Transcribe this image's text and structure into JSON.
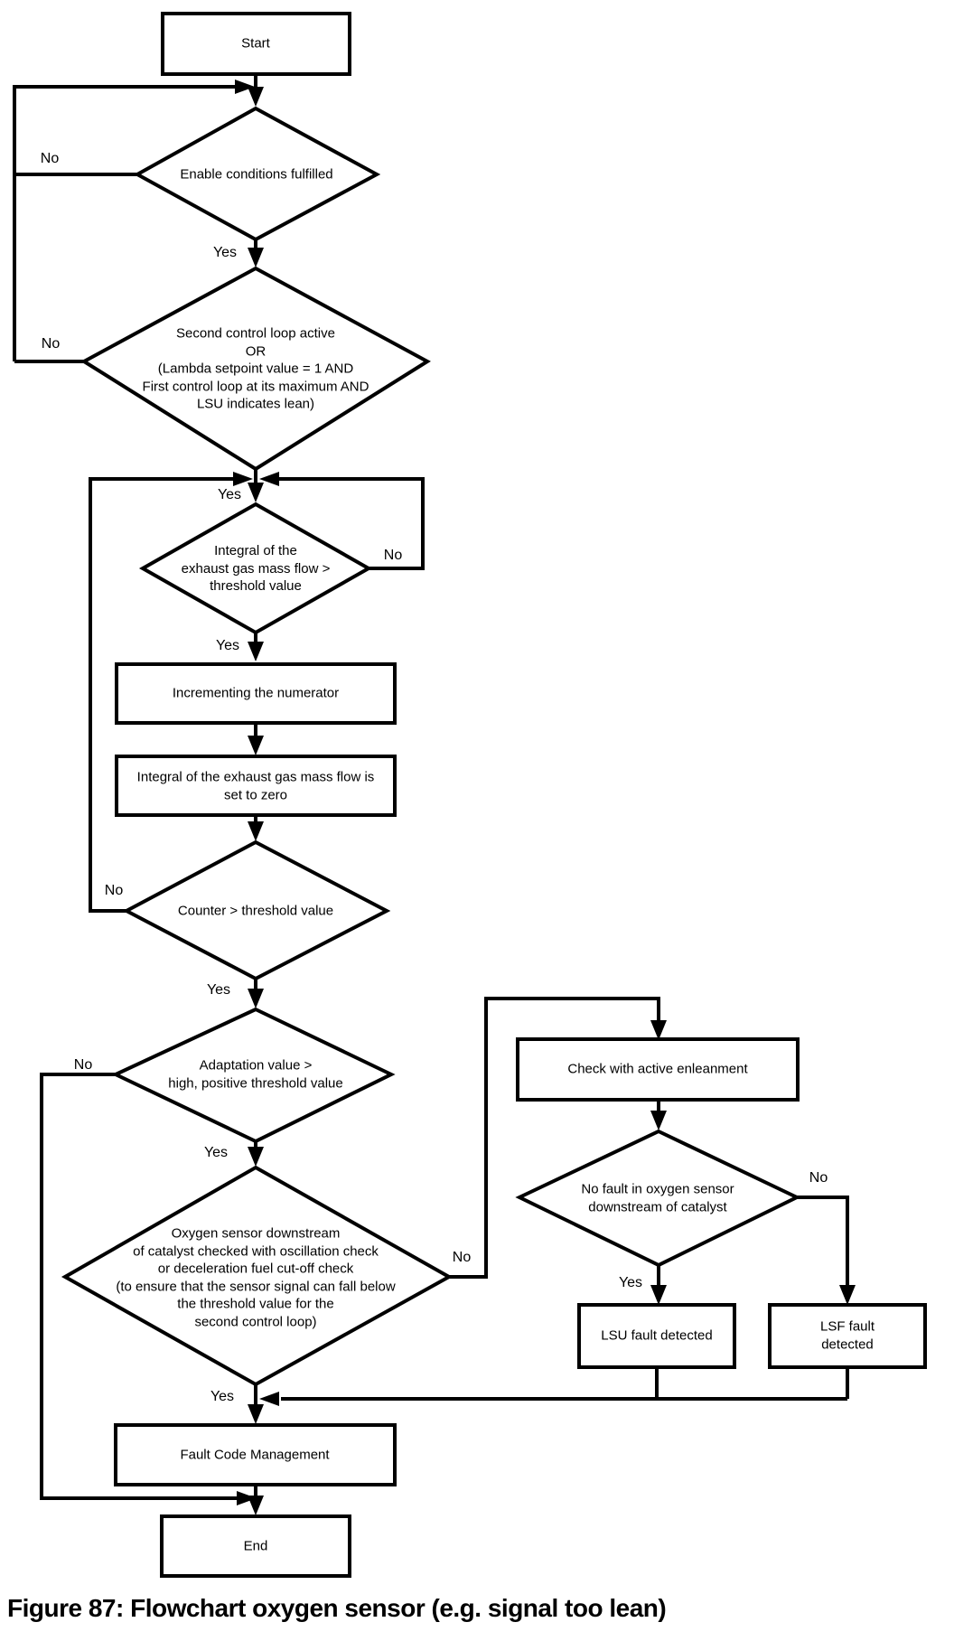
{
  "caption": "Figure 87: Flowchart oxygen sensor (e.g. signal too lean)",
  "colors": {
    "stroke": "#000000",
    "node_fill": "#ffffff",
    "text": "#000000",
    "background": "#ffffff"
  },
  "nodes": {
    "start": "Start",
    "enable_conditions": "Enable conditions fulfilled",
    "second_control_loop": "Second control loop active\nOR\n(Lambda setpoint value = 1 AND\nFirst control loop at its maximum AND\nLSU indicates lean)",
    "integral_threshold": "Integral of the\nexhaust gas mass flow >\nthreshold value",
    "incrementing_numerator": "Incrementing the numerator",
    "integral_set_zero": "Integral of the exhaust gas mass flow is\nset to zero",
    "counter_threshold": "Counter > threshold value",
    "adaptation_value": "Adaptation value >\nhigh, positive threshold value",
    "oxygen_sensor_checked": "Oxygen sensor downstream\nof catalyst checked with oscillation check\nor deceleration fuel cut-off check\n(to ensure that the sensor signal can fall below\nthe threshold value for the\nsecond control loop)",
    "check_enleanment": "Check with active enleanment",
    "no_fault_downstream": "No fault in oxygen sensor\ndownstream of catalyst",
    "lsu_fault": "LSU fault detected",
    "lsf_fault": "LSF fault detected",
    "fault_code_mgmt": "Fault Code Management",
    "end": "End"
  },
  "edge_labels": {
    "enable_no": "No",
    "enable_yes": "Yes",
    "second_loop_no": "No",
    "second_loop_yes": "Yes",
    "integral_no": "No",
    "integral_yes": "Yes",
    "counter_no": "No",
    "counter_yes": "Yes",
    "adaptation_no": "No",
    "adaptation_yes": "Yes",
    "oxygen_checked_no": "No",
    "oxygen_checked_yes": "Yes",
    "no_fault_no": "No",
    "no_fault_yes": "Yes"
  }
}
